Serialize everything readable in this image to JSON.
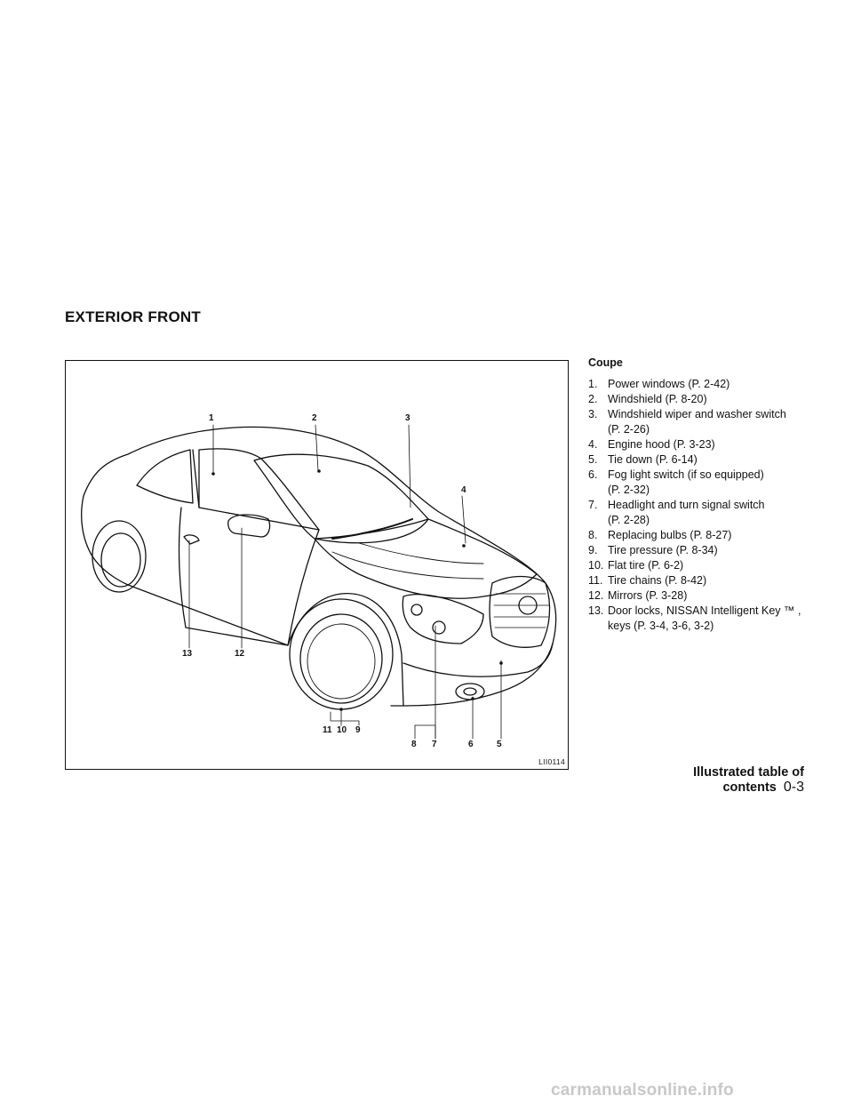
{
  "section_title": "EXTERIOR FRONT",
  "figure": {
    "code": "LII0114",
    "callouts": [
      "1",
      "2",
      "3",
      "4",
      "5",
      "6",
      "7",
      "8",
      "9",
      "10",
      "11",
      "12",
      "13"
    ]
  },
  "caption": {
    "variant": "Coupe",
    "items": [
      {
        "num": "1.",
        "lines": [
          "Power windows (P. 2-42)"
        ]
      },
      {
        "num": "2.",
        "lines": [
          "Windshield (P. 8-20)"
        ]
      },
      {
        "num": "3.",
        "lines": [
          "Windshield wiper and washer switch",
          "(P. 2-26)"
        ]
      },
      {
        "num": "4.",
        "lines": [
          "Engine hood (P. 3-23)"
        ]
      },
      {
        "num": "5.",
        "lines": [
          "Tie down (P. 6-14)"
        ]
      },
      {
        "num": "6.",
        "lines": [
          "Fog light switch (if so equipped)",
          "(P. 2-32)"
        ]
      },
      {
        "num": "7.",
        "lines": [
          "Headlight and turn signal switch",
          "(P. 2-28)"
        ]
      },
      {
        "num": "8.",
        "lines": [
          "Replacing bulbs (P. 8-27)"
        ]
      },
      {
        "num": "9.",
        "lines": [
          "Tire pressure (P. 8-34)"
        ]
      },
      {
        "num": "10.",
        "lines": [
          "Flat tire (P. 6-2)"
        ]
      },
      {
        "num": "11.",
        "lines": [
          "Tire chains (P. 8-42)"
        ]
      },
      {
        "num": "12.",
        "lines": [
          "Mirrors (P. 3-28)"
        ]
      },
      {
        "num": "13.",
        "lines": [
          "Door locks, NISSAN Intelligent Key ™ ,",
          "keys (P. 3-4, 3-6, 3-2)"
        ]
      }
    ]
  },
  "footer": {
    "chapter": "Illustrated table of contents",
    "page": "0-3"
  },
  "watermark": "carmanualsonline.info"
}
